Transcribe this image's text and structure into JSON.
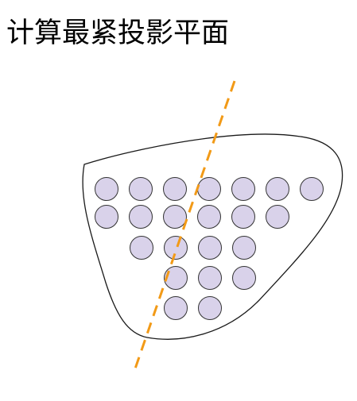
{
  "title": "计算最紧投影平面",
  "colors": {
    "background": "#ffffff",
    "outline": "#1a1a1a",
    "circle_fill": "#d9d2ea",
    "circle_stroke": "#333333",
    "plane_line": "#f29a17"
  },
  "diagram": {
    "rows": [
      {
        "circle_count": 7
      },
      {
        "circle_count": 6
      },
      {
        "circle_count": 4
      },
      {
        "circle_count": 3
      },
      {
        "circle_count": 2
      }
    ]
  }
}
